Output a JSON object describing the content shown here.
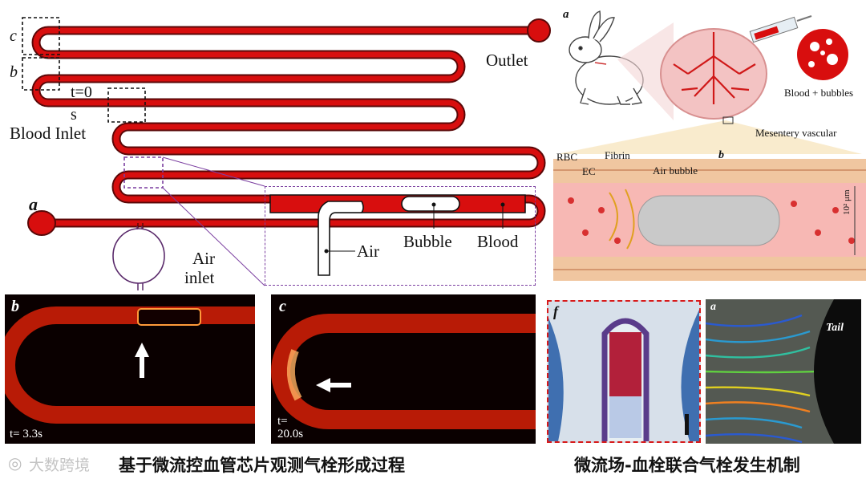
{
  "chip": {
    "label_c": "c",
    "label_b": "b",
    "label_a": "a",
    "t0_line1": "t=0",
    "t0_line2": "s",
    "outlet": "Outlet",
    "blood_inlet": "Blood Inlet",
    "air_inlet_line1": "Air",
    "air_inlet_line2": "inlet"
  },
  "inset": {
    "air": "Air",
    "bubble": "Bubble",
    "blood": "Blood"
  },
  "rabbit_panel": {
    "label_a": "a",
    "label_b": "b",
    "blood_bubbles": "Blood + bubbles",
    "mesentery": "Mesentery vascular",
    "rbc": "RBC",
    "ec": "EC",
    "fibrin": "Fibrin",
    "air_bubble": "Air bubble",
    "scale": "10² μm"
  },
  "photo_b": {
    "label": "b",
    "time": "t= 3.3s"
  },
  "photo_c": {
    "label": "c",
    "time_line1": "t=",
    "time_line2": "20.0s"
  },
  "photo_f": {
    "label": "f"
  },
  "photo_flow": {
    "label": "a",
    "tail": "Tail"
  },
  "captions": {
    "watermark": "大数跨境",
    "left": "基于微流控血管芯片观测气栓形成过程",
    "right": "微流场-血栓联合气栓发生机制"
  },
  "colors": {
    "blood": "#d80e0e",
    "outline": "#6b0a0a",
    "dashed_purple": "#7b3fa0"
  }
}
